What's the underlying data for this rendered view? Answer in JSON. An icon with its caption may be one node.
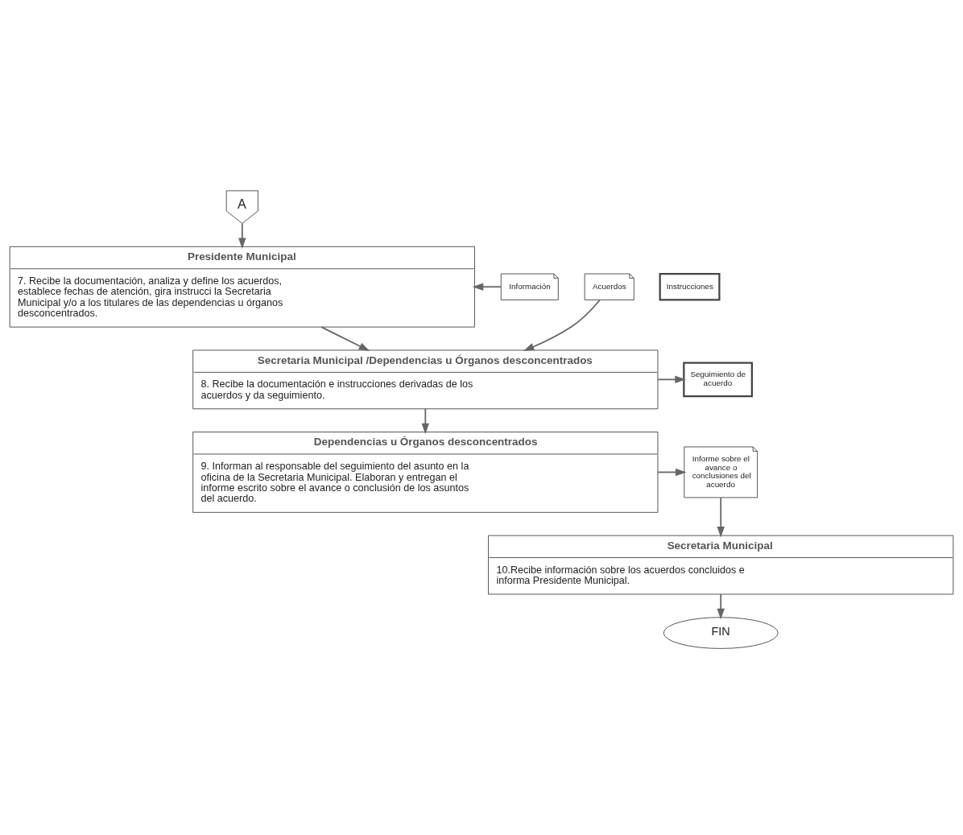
{
  "diagram": {
    "nodes": [
      {
        "text": [
          "A"
        ]
      },
      {
        "text": [
          "Presidente Municipal",
          "7. Recibe la documentación, analiza y define los acuerdos, establece fechas de atención, gira instrucci la Secretaria Municipal y/o a los titulares de las dependencias u órganos desconcentrados."
        ]
      },
      {
        "text": [
          "Información"
        ]
      },
      {
        "text": [
          "Acuerdos"
        ]
      },
      {
        "text": [
          "Instrucciones"
        ]
      },
      {
        "text": [
          "Secretaria Municipal /Dependencias u Órganos desconcentrados",
          "8. Recibe la documentación e instrucciones derivadas de los acuerdos y da seguimiento."
        ]
      },
      {
        "text": [
          "Seguimiento de acuerdo"
        ]
      },
      {
        "text": [
          "Dependencias u Órganos desconcentrados",
          "9. Informan al responsable del seguimiento del asunto en la oficina de la Secretaria Municipal. Elaboran y entregan el informe escrito sobre el avance o conclusión de los asuntos del acuerdo."
        ]
      },
      {
        "text": [
          "Informe sobre el avance o conclusiones del acuerdo"
        ]
      },
      {
        "text": [
          "Secretaria Municipal",
          "10.Recibe información sobre los acuerdos concluidos e informa Presidente Municipal."
        ]
      },
      {
        "text": [
          "FIN"
        ]
      }
    ],
    "edges": [
      {
        "from": 0,
        "to": 1,
        "arrow": "to"
      },
      {
        "from": 2,
        "to": 1,
        "arrow": "to"
      },
      {
        "from": 1,
        "to": 5,
        "arrow": "to"
      },
      {
        "from": 3,
        "to": 5,
        "arrow": "to"
      },
      {
        "from": 5,
        "to": 6,
        "arrow": "to"
      },
      {
        "from": 5,
        "to": 7,
        "arrow": "to"
      },
      {
        "from": 7,
        "to": 8,
        "arrow": "to"
      },
      {
        "from": 8,
        "to": 9,
        "arrow": "to"
      },
      {
        "from": 9,
        "to": 10,
        "arrow": "to"
      }
    ]
  }
}
